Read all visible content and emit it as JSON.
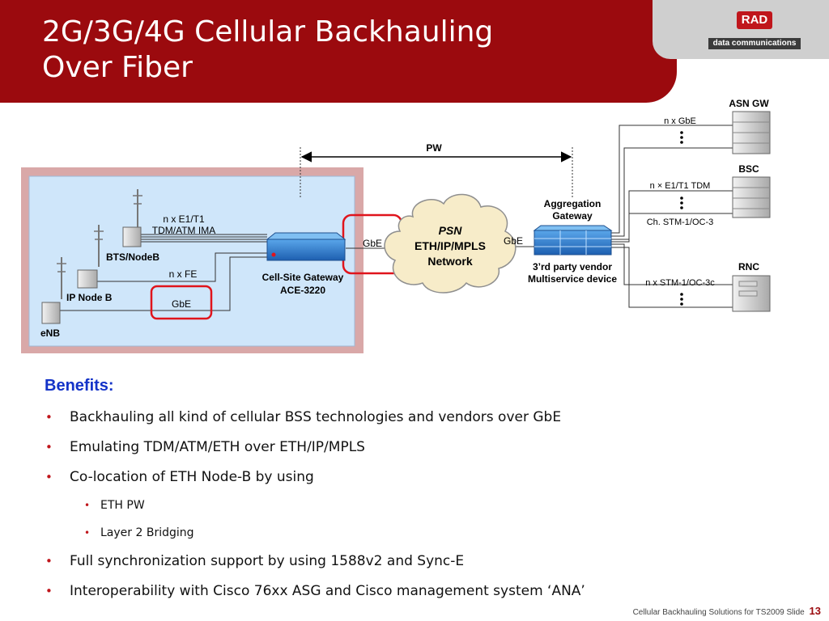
{
  "title": {
    "line1": "2G/3G/4G Cellular Backhauling",
    "line2": "Over Fiber"
  },
  "logo": {
    "mark": "RAD",
    "subtitle": "data communications"
  },
  "diagram": {
    "pw_label": "PW",
    "psn": {
      "title": "PSN",
      "line2": "ETH/IP/MPLS",
      "line3": "Network"
    },
    "links": {
      "gbe_left": "GbE",
      "gbe_right": "GbE",
      "e1t1_line1": "n x E1/T1",
      "e1t1_line2": "TDM/ATM IMA",
      "nfe": "n x FE",
      "gbe_enb": "GbE"
    },
    "sites": {
      "bts": "BTS/NodeB",
      "ipnodeb": "IP Node B",
      "enb": "eNB"
    },
    "csg": {
      "line1": "Cell-Site Gateway",
      "line2": "ACE-3220"
    },
    "agg": {
      "title_line1": "Aggregation",
      "title_line2": "Gateway",
      "vendor_line1": "3’rd party vendor",
      "vendor_line2": "Multiservice device"
    },
    "core": {
      "asn_title": "ASN GW",
      "asn_link": "n x GbE",
      "bsc_title": "BSC",
      "bsc_link1": "n × E1/T1 TDM",
      "bsc_link2": "Ch. STM-1/OC-3",
      "rnc_title": "RNC",
      "rnc_link": "n x STM-1/OC-3c"
    }
  },
  "benefits": {
    "heading": "Benefits:",
    "items": [
      "Backhauling all kind of cellular BSS technologies and vendors over GbE",
      "Emulating TDM/ATM/ETH over ETH/IP/MPLS",
      "Co-location of ETH Node-B by using",
      "Full synchronization support by using 1588v2 and Sync-E",
      "Interoperability with Cisco 76xx ASG and Cisco management system ‘ANA’"
    ],
    "subitems": [
      "ETH PW",
      "Layer 2 Bridging"
    ]
  },
  "footer": {
    "text": "Cellular Backhauling Solutions for TS2009",
    "slide_label": "Slide",
    "slide_number": "13"
  },
  "colors": {
    "header_red": "#9b0a0e",
    "benefits_blue": "#1433c8",
    "highlight_red": "#e0141c",
    "diagram_panel": "#cfe6fa",
    "psn_cloud": "#f7ecc9"
  }
}
